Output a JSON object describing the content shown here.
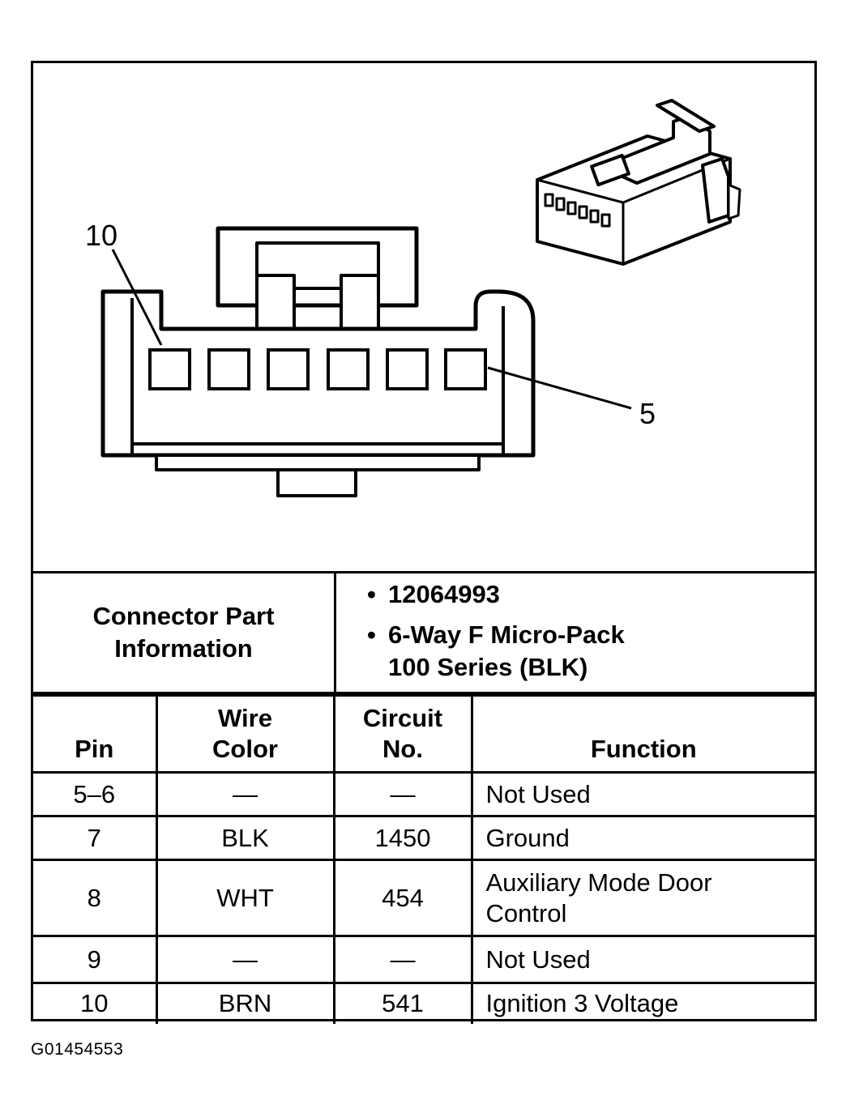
{
  "diagram": {
    "pin_label_left": "10",
    "pin_label_right": "5"
  },
  "part_info": {
    "label_line1": "Connector Part",
    "label_line2": "Information",
    "bullet": "•",
    "part_number": "12064993",
    "description_line1": "6-Way F Micro-Pack",
    "description_line2": "100 Series (BLK)"
  },
  "table": {
    "headers": {
      "pin": "Pin",
      "wire_color_line1": "Wire",
      "wire_color_line2": "Color",
      "circuit_line1": "Circuit",
      "circuit_line2": "No.",
      "function": "Function"
    },
    "rows": [
      {
        "pin": "5–6",
        "wire_color": "—",
        "circuit": "—",
        "function_line1": "Not Used",
        "function_line2": ""
      },
      {
        "pin": "7",
        "wire_color": "BLK",
        "circuit": "1450",
        "function_line1": "Ground",
        "function_line2": ""
      },
      {
        "pin": "8",
        "wire_color": "WHT",
        "circuit": "454",
        "function_line1": "Auxiliary Mode Door",
        "function_line2": "Control"
      },
      {
        "pin": "9",
        "wire_color": "—",
        "circuit": "—",
        "function_line1": "Not Used",
        "function_line2": ""
      },
      {
        "pin": "10",
        "wire_color": "BRN",
        "circuit": "541",
        "function_line1": "Ignition 3 Voltage",
        "function_line2": ""
      }
    ]
  },
  "figure_id": "G01454553"
}
